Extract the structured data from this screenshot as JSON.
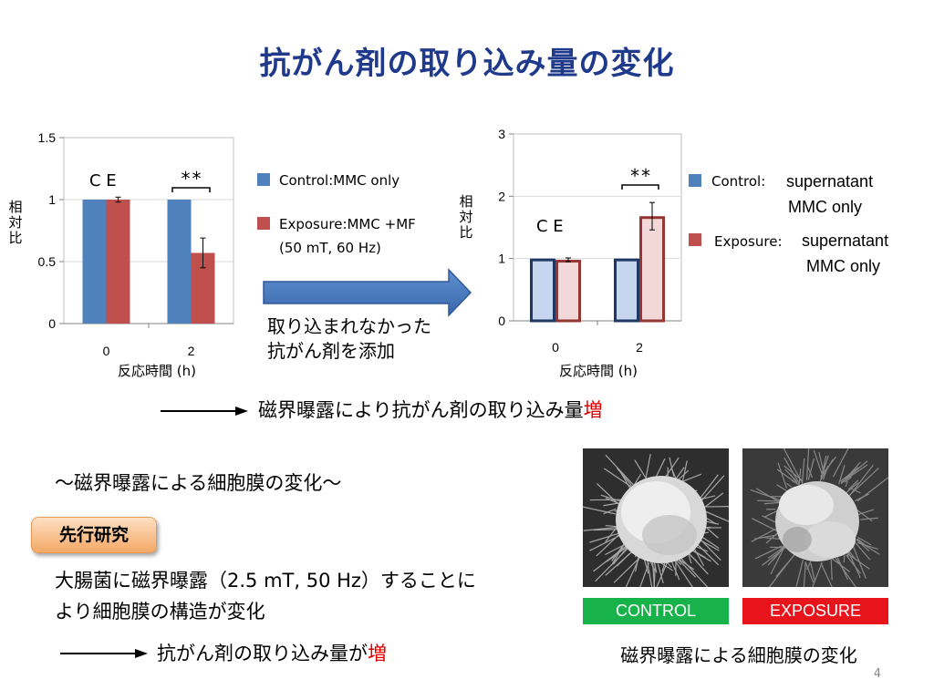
{
  "title": "抗がん剤の取り込み量の変化",
  "chart_data": [
    {
      "type": "bar",
      "ylabel": "相対比",
      "xlabel": "反応時間 (h)",
      "categories": [
        "0",
        "2"
      ],
      "yticks": [
        "0",
        "0.5",
        "1",
        "1.5"
      ],
      "ylim": [
        0,
        1.5
      ],
      "series": [
        {
          "name": "Control:MMC only",
          "values": [
            1.0,
            1.0
          ],
          "errors": [
            0,
            0
          ],
          "color": "#4f81bd"
        },
        {
          "name": "Exposure:MMC +MF (50 mT, 60 Hz)",
          "values": [
            1.0,
            0.57
          ],
          "errors": [
            0.02,
            0.12
          ],
          "color": "#c0504d"
        }
      ],
      "group_labels": "C  E",
      "significance": "**"
    },
    {
      "type": "bar",
      "ylabel": "相対比",
      "xlabel": "反応時間 (h)",
      "categories": [
        "0",
        "2"
      ],
      "yticks": [
        "0",
        "1",
        "2",
        "3"
      ],
      "ylim": [
        0,
        3
      ],
      "series": [
        {
          "name": "Control: supernatant MMC only",
          "values": [
            1.0,
            1.0
          ],
          "errors": [
            0,
            0
          ],
          "color": "#1f3864"
        },
        {
          "name": "Exposure: supernatant MMC only",
          "values": [
            0.98,
            1.68
          ],
          "errors": [
            0.03,
            0.22
          ],
          "color": "#943634"
        }
      ],
      "group_labels": "C  E",
      "significance": "**"
    }
  ],
  "legend1": {
    "control": "Control:MMC only",
    "exposure_line1": "Exposure:MMC +MF",
    "exposure_line2": "(50 mT, 60 Hz)"
  },
  "legend2": {
    "control_prefix": "Control:",
    "control_line1": "supernatant",
    "control_line2": "MMC only",
    "exposure_prefix": "Exposure:",
    "exposure_line1": "supernatant",
    "exposure_line2": "MMC only"
  },
  "arrow_caption": [
    "取り込まれなかった",
    "抗がん剤を添加"
  ],
  "conclusion1": {
    "text": "磁界曝露により抗がん剤の取り込み量",
    "emph": "増"
  },
  "section_heading": "～磁界曝露による細胞膜の変化～",
  "badge": "先行研究",
  "prior_line1": "大腸菌に磁界曝露（2.5 mT, 50 Hz）することに",
  "prior_line2": "より細胞膜の構造が変化",
  "conclusion2": {
    "text": "抗がん剤の取り込み量が",
    "emph": "増"
  },
  "photos": [
    {
      "label": "CONTROL",
      "color": "#17b24a"
    },
    {
      "label": "EXPOSURE",
      "color": "#e8141b"
    }
  ],
  "photo_caption": "磁界曝露による細胞膜の変化",
  "page_number": "4"
}
